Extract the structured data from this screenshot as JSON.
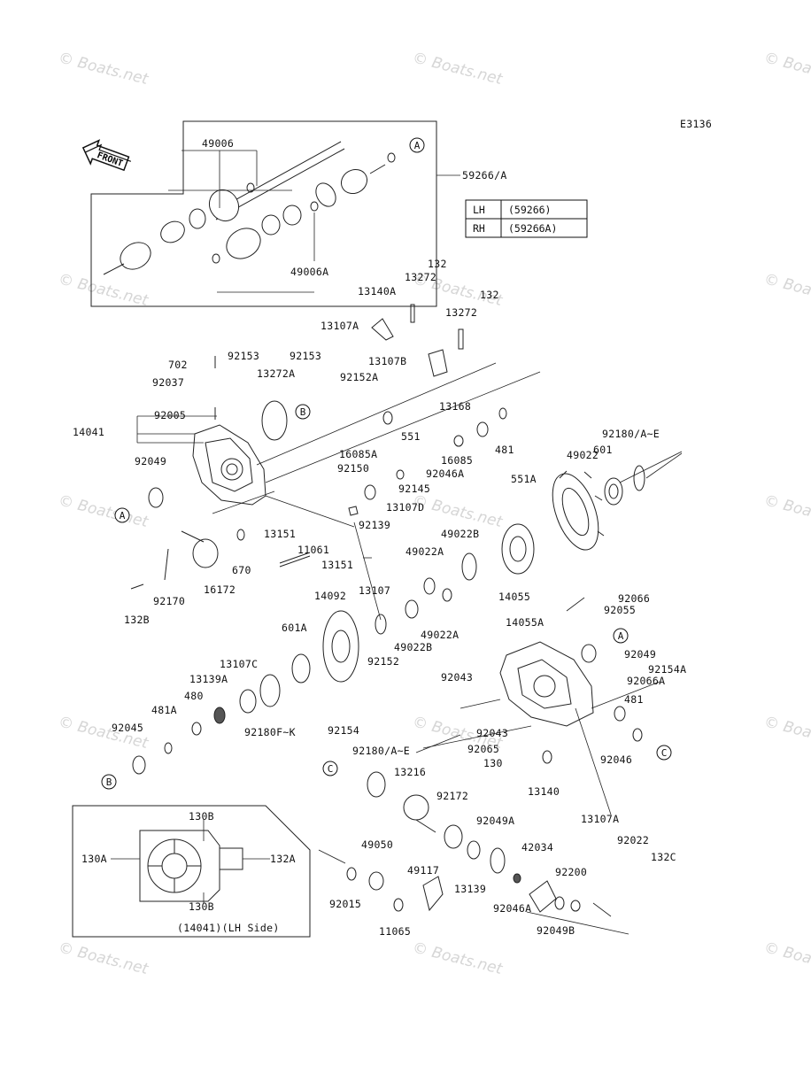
{
  "diagram_code": "E3136",
  "watermark_text": "© Boats.net",
  "front_arrow_label": "FRONT",
  "assembly_label": "59266/A",
  "side_table": {
    "rows": [
      {
        "side": "LH",
        "part": "(59266)"
      },
      {
        "side": "RH",
        "part": "(59266A)"
      }
    ]
  },
  "inset": {
    "caption": "(14041)(LH Side)",
    "labels": [
      "130B",
      "130A",
      "132A",
      "130B"
    ]
  },
  "reference_markers": [
    "A",
    "B",
    "C"
  ],
  "parts": [
    "49006",
    "49006A",
    "132",
    "13272",
    "13140A",
    "132",
    "13272",
    "13107A",
    "702",
    "92153",
    "92153",
    "92037",
    "13272A",
    "13107B",
    "92152A",
    "92005",
    "14041",
    "13168",
    "551",
    "16085A",
    "481",
    "92049",
    "92150",
    "16085",
    "92180/A~E",
    "49022",
    "601",
    "92046A",
    "92145",
    "551A",
    "13107D",
    "92139",
    "13151",
    "11061",
    "13151",
    "670",
    "49022B",
    "92170",
    "16172",
    "49022A",
    "14055",
    "132B",
    "13107",
    "14092",
    "92066",
    "92055",
    "49022A",
    "49022B",
    "601A",
    "92152",
    "14055A",
    "92049",
    "13107C",
    "92154A",
    "13139A",
    "92066A",
    "480",
    "92043",
    "481A",
    "481",
    "92180F~K",
    "92154",
    "92045",
    "92043",
    "92046",
    "92065",
    "130",
    "92180/A~E",
    "13140",
    "13216",
    "92172",
    "92049A",
    "13107A",
    "49050",
    "42034",
    "92022",
    "49117",
    "92200",
    "132C",
    "92015",
    "13139",
    "92046A",
    "11065",
    "92049B"
  ]
}
